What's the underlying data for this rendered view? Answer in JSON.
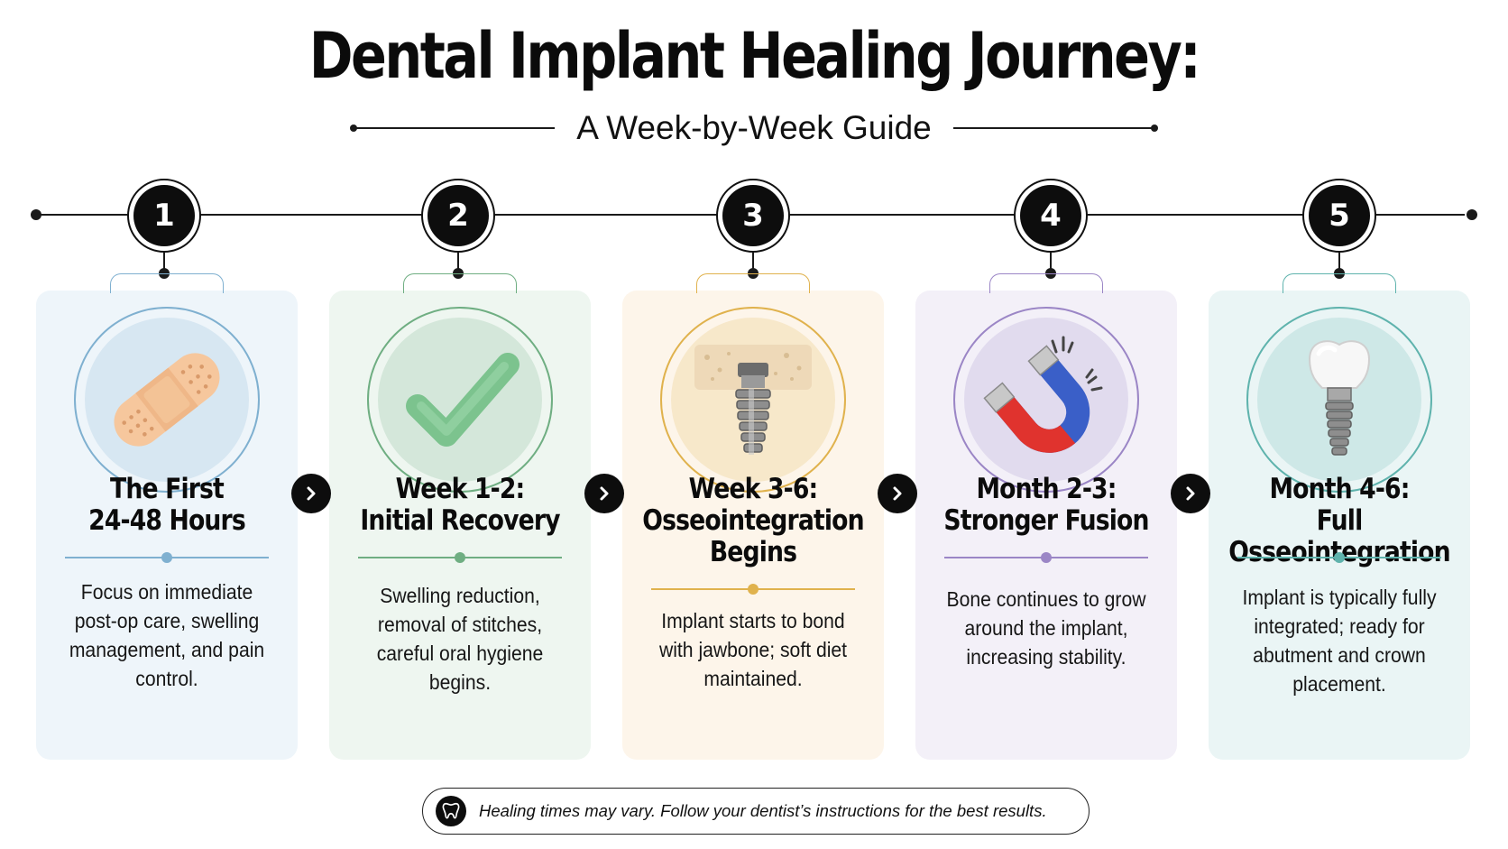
{
  "header": {
    "title": "Dental Implant Healing Journey:",
    "subtitle": "A Week-by-Week Guide"
  },
  "steps": [
    {
      "number": "1",
      "title_line1": "The First",
      "title_line2": "24-48 Hours",
      "title_line3": "",
      "body": "Focus on immediate post-op care, swelling management, and pain control.",
      "icon": "bandage-icon",
      "accent": "#7fb0d0",
      "tint": "#eef5fa"
    },
    {
      "number": "2",
      "title_line1": "Week 1-2:",
      "title_line2": "Initial Recovery",
      "title_line3": "",
      "body": "Swelling reduction, removal of stitches, careful oral hygiene begins.",
      "icon": "checkmark-icon",
      "accent": "#6fae82",
      "tint": "#eef6f0"
    },
    {
      "number": "3",
      "title_line1": "Week 3-6:",
      "title_line2": "Osseointegration",
      "title_line3": "Begins",
      "body": "Implant starts to bond with jawbone; soft diet maintained.",
      "icon": "implant-in-bone-icon",
      "accent": "#e0b24d",
      "tint": "#fdf5ea"
    },
    {
      "number": "4",
      "title_line1": "Month 2-3:",
      "title_line2": "Stronger Fusion",
      "title_line3": "",
      "body": "Bone continues to grow around the implant, increasing stability.",
      "icon": "magnet-icon",
      "accent": "#9b86c6",
      "tint": "#f3f0f8"
    },
    {
      "number": "5",
      "title_line1": "Month 4-6:",
      "title_line2": "Full Osseointegration",
      "title_line3": "",
      "body": "Implant is typically fully integrated; ready for abutment and crown placement.",
      "icon": "crown-implant-icon",
      "accent": "#5fb3ad",
      "tint": "#eaf5f5"
    }
  ],
  "footer": {
    "note": "Healing times may vary. Follow your dentist’s instructions for the best results.",
    "icon": "tooth-icon"
  }
}
